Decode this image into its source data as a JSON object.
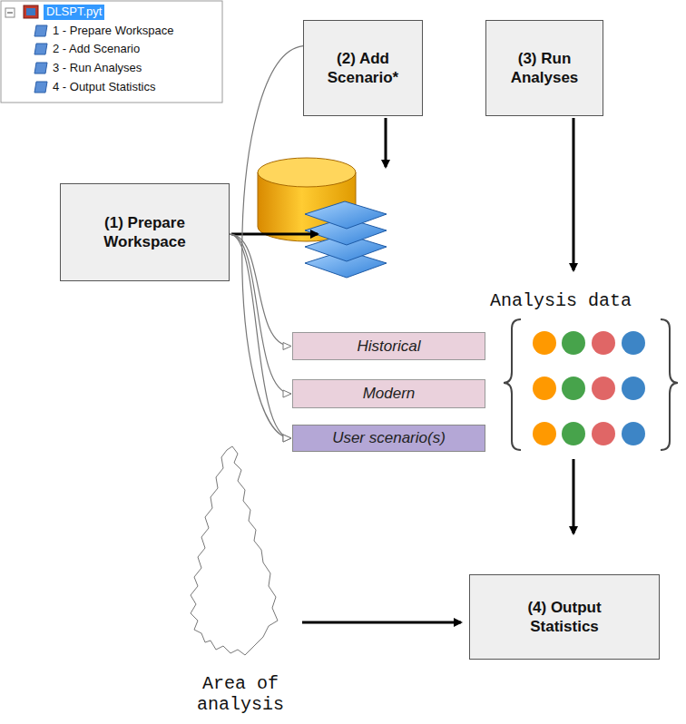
{
  "diagram": {
    "nodes": [
      {
        "text": [
          "(2) Add Scenario*"
        ]
      },
      {
        "text": [
          "(3) Run Analyses"
        ]
      },
      {
        "text": [
          "(1) Prepare Workspace"
        ]
      },
      {
        "text": [
          "Historical"
        ]
      },
      {
        "text": [
          "Modern"
        ]
      },
      {
        "text": [
          "User scenario(s)"
        ]
      },
      {
        "text": [
          "(4) Output Statistics"
        ]
      }
    ],
    "edges": [
      {
        "from": 0,
        "to": 5,
        "arrow": "to"
      },
      {
        "from": 2,
        "to": 3,
        "arrow": "to"
      },
      {
        "from": 2,
        "to": 4,
        "arrow": "to"
      },
      {
        "from": 2,
        "to": 5,
        "arrow": "to"
      }
    ],
    "labels": [
      "DLSPT.pyt",
      "1 - Prepare Workspace",
      "2 - Add Scenario",
      "3 - Run Analyses",
      "4 - Output Statistics",
      "Analysis data",
      "Area of analysis"
    ]
  }
}
